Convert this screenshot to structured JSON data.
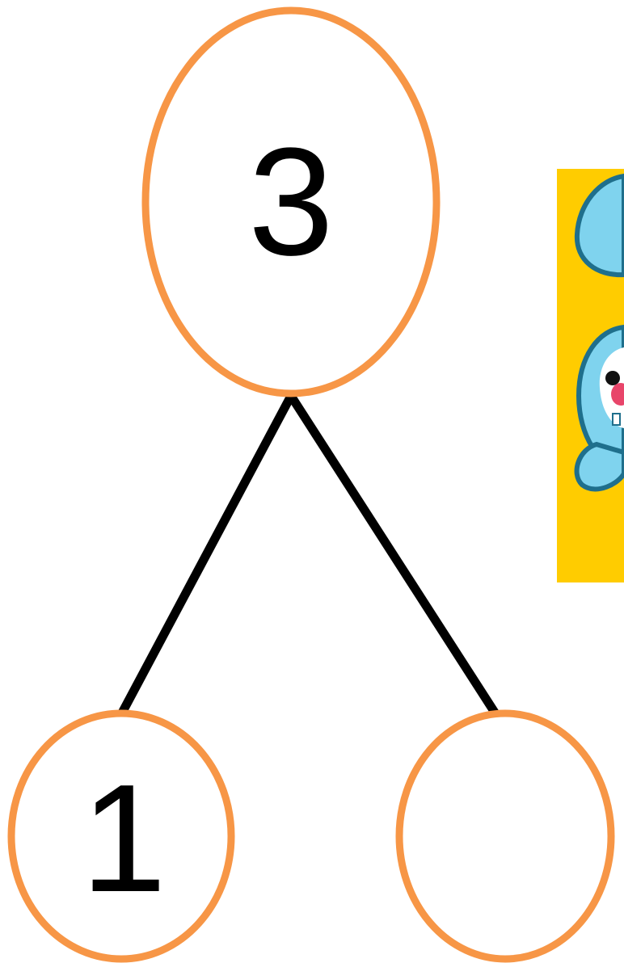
{
  "diagram": {
    "type": "number-bond",
    "whole": "3",
    "parts": [
      "1",
      ""
    ],
    "colors": {
      "circle_outline": "#F79646",
      "connector": "#000000",
      "text": "#000000",
      "sticker_background": "#FFCC00",
      "mascot_body": "#7FD3EE",
      "mascot_outline": "#1F6F8C",
      "mascot_nose": "#E8456A"
    },
    "decoration": {
      "icon": "seal-mascot-icon"
    }
  }
}
